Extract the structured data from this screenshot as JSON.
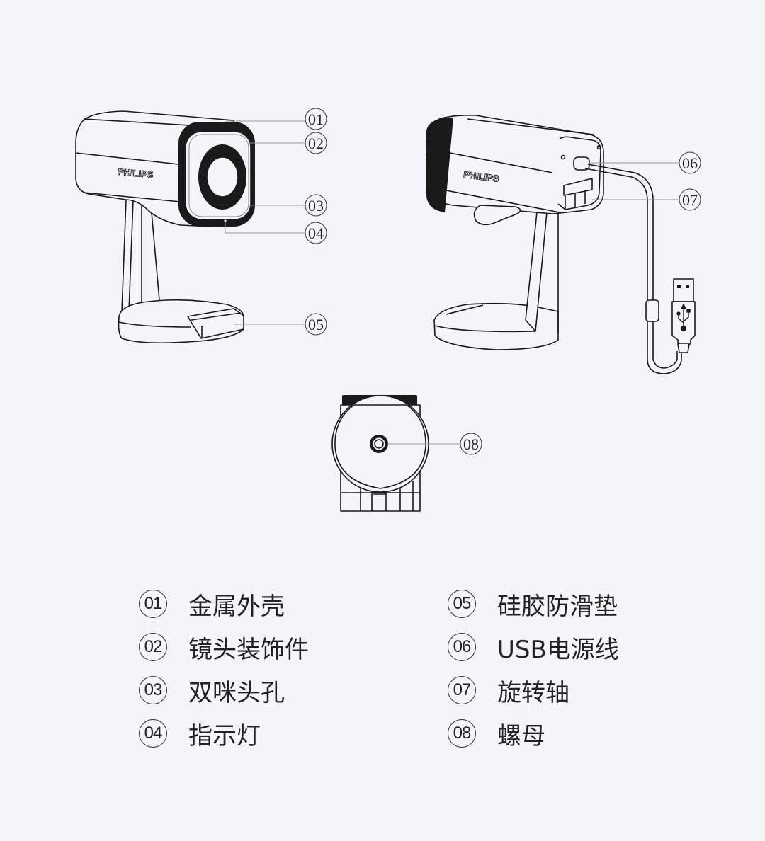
{
  "product": {
    "brand_mark": "PHILIPS"
  },
  "views": {
    "front": {
      "name": "front-view",
      "callouts": [
        "01",
        "02",
        "03",
        "04",
        "05"
      ]
    },
    "rear": {
      "name": "rear-view",
      "callouts": [
        "06",
        "07"
      ]
    },
    "bottom": {
      "name": "bottom-view",
      "callouts": [
        "08"
      ]
    }
  },
  "parts": [
    {
      "num": "01",
      "label": "金属外壳"
    },
    {
      "num": "02",
      "label": "镜头装饰件"
    },
    {
      "num": "03",
      "label": "双咪头孔"
    },
    {
      "num": "04",
      "label": "指示灯"
    },
    {
      "num": "05",
      "label": "硅胶防滑垫"
    },
    {
      "num": "06",
      "label": "USB电源线"
    },
    {
      "num": "07",
      "label": "旋转轴"
    },
    {
      "num": "08",
      "label": "螺母"
    }
  ],
  "colors": {
    "background": "#f4f5f9",
    "line": "#1a1a1a",
    "leader": "#9a9a9a"
  }
}
